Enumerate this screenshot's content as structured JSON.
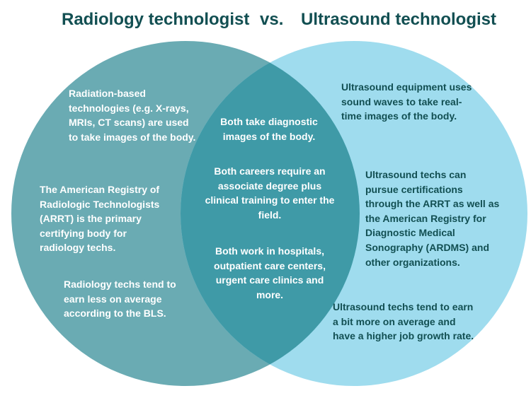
{
  "header": {
    "left_title": "Radiology technologist",
    "vs": "vs.",
    "right_title": "Ultrasound technologist"
  },
  "colors": {
    "title": "#124f52",
    "left_circle": "#4e97a3",
    "right_circle": "#4fc8e6",
    "overlap": "#3f9aa7",
    "text_light": "#ffffff",
    "text_dark": "#124f52"
  },
  "left": {
    "items": [
      "Radiation-based technologies (e.g. X-rays, MRIs, CT scans) are used to take images of the body.",
      "The American Registry of Radiologic Technologists (ARRT) is the primary certifying body for radiology techs.",
      "Radiology techs tend to earn less on average according to the BLS."
    ]
  },
  "center": {
    "items": [
      "Both take diagnostic images of the body.",
      "Both careers require an associate degree plus clinical training to enter the field.",
      "Both work in hospitals, outpatient care centers, urgent care clinics and more."
    ]
  },
  "right": {
    "items": [
      "Ultrasound equipment uses sound waves to take real-time images of the body.",
      "Ultrasound techs can pursue certifications through the ARRT as well as the American Registry for Diagnostic Medical Sonography (ARDMS) and other organizations.",
      "Ultrasound techs tend to earn a bit more on average and have a higher job growth rate."
    ]
  }
}
